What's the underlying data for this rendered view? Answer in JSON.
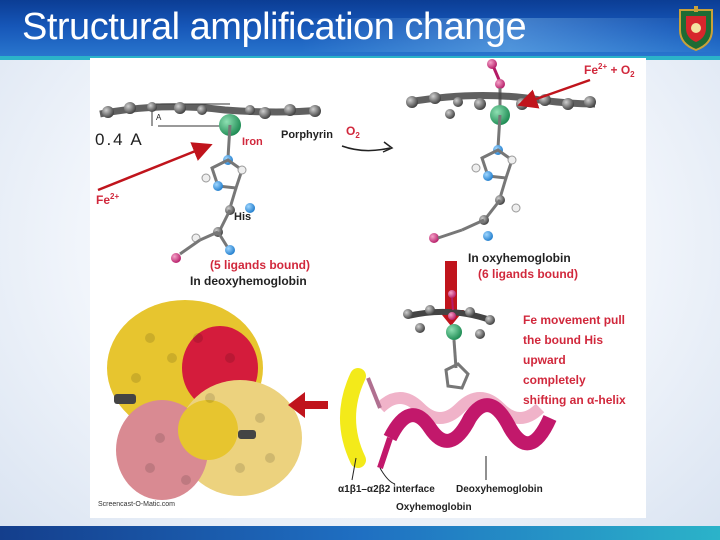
{
  "slide": {
    "title": "Structural amplification change",
    "distance_label": "0.4 A"
  },
  "figure": {
    "top_left": {
      "angstrom_mark": "A",
      "iron_label": "Iron",
      "porphyrin_label": "Porphyrin",
      "o2_label": "O",
      "o2_sub": "2",
      "fe_label": "Fe",
      "fe_sup": "2+",
      "his_label": "His",
      "ligands_text": "(5 ligands bound)",
      "state_text": "In deoxyhemoglobin"
    },
    "top_right": {
      "fe_o2_label": "Fe",
      "fe_o2_sup": "2+",
      "fe_o2_rest": " + O",
      "fe_o2_sub": "2",
      "state_text": "In oxyhemoglobin",
      "ligands_text": "(6 ligands bound)"
    },
    "bottom_right": {
      "description": [
        "Fe movement pull",
        "the bound His",
        "upward",
        "completely",
        "shifting an α-helix"
      ],
      "interface_label": "α1β1–α2β2 interface",
      "deoxy_label": "Deoxyhemoglobin",
      "oxy_label": "Oxyhemoglobin"
    },
    "watermark": "Screencast-O-Matic.com"
  },
  "colors": {
    "header": "#1656b8",
    "accent_line": "#2bb3c9",
    "arrow_red": "#c0141c",
    "label_red": "#c8283a",
    "subunit_yellow": "#e7c52f",
    "subunit_red": "#d41c3c",
    "subunit_pink": "#d98a92",
    "subunit_pale": "#ecd27e",
    "helix_magenta": "#c2186b"
  }
}
